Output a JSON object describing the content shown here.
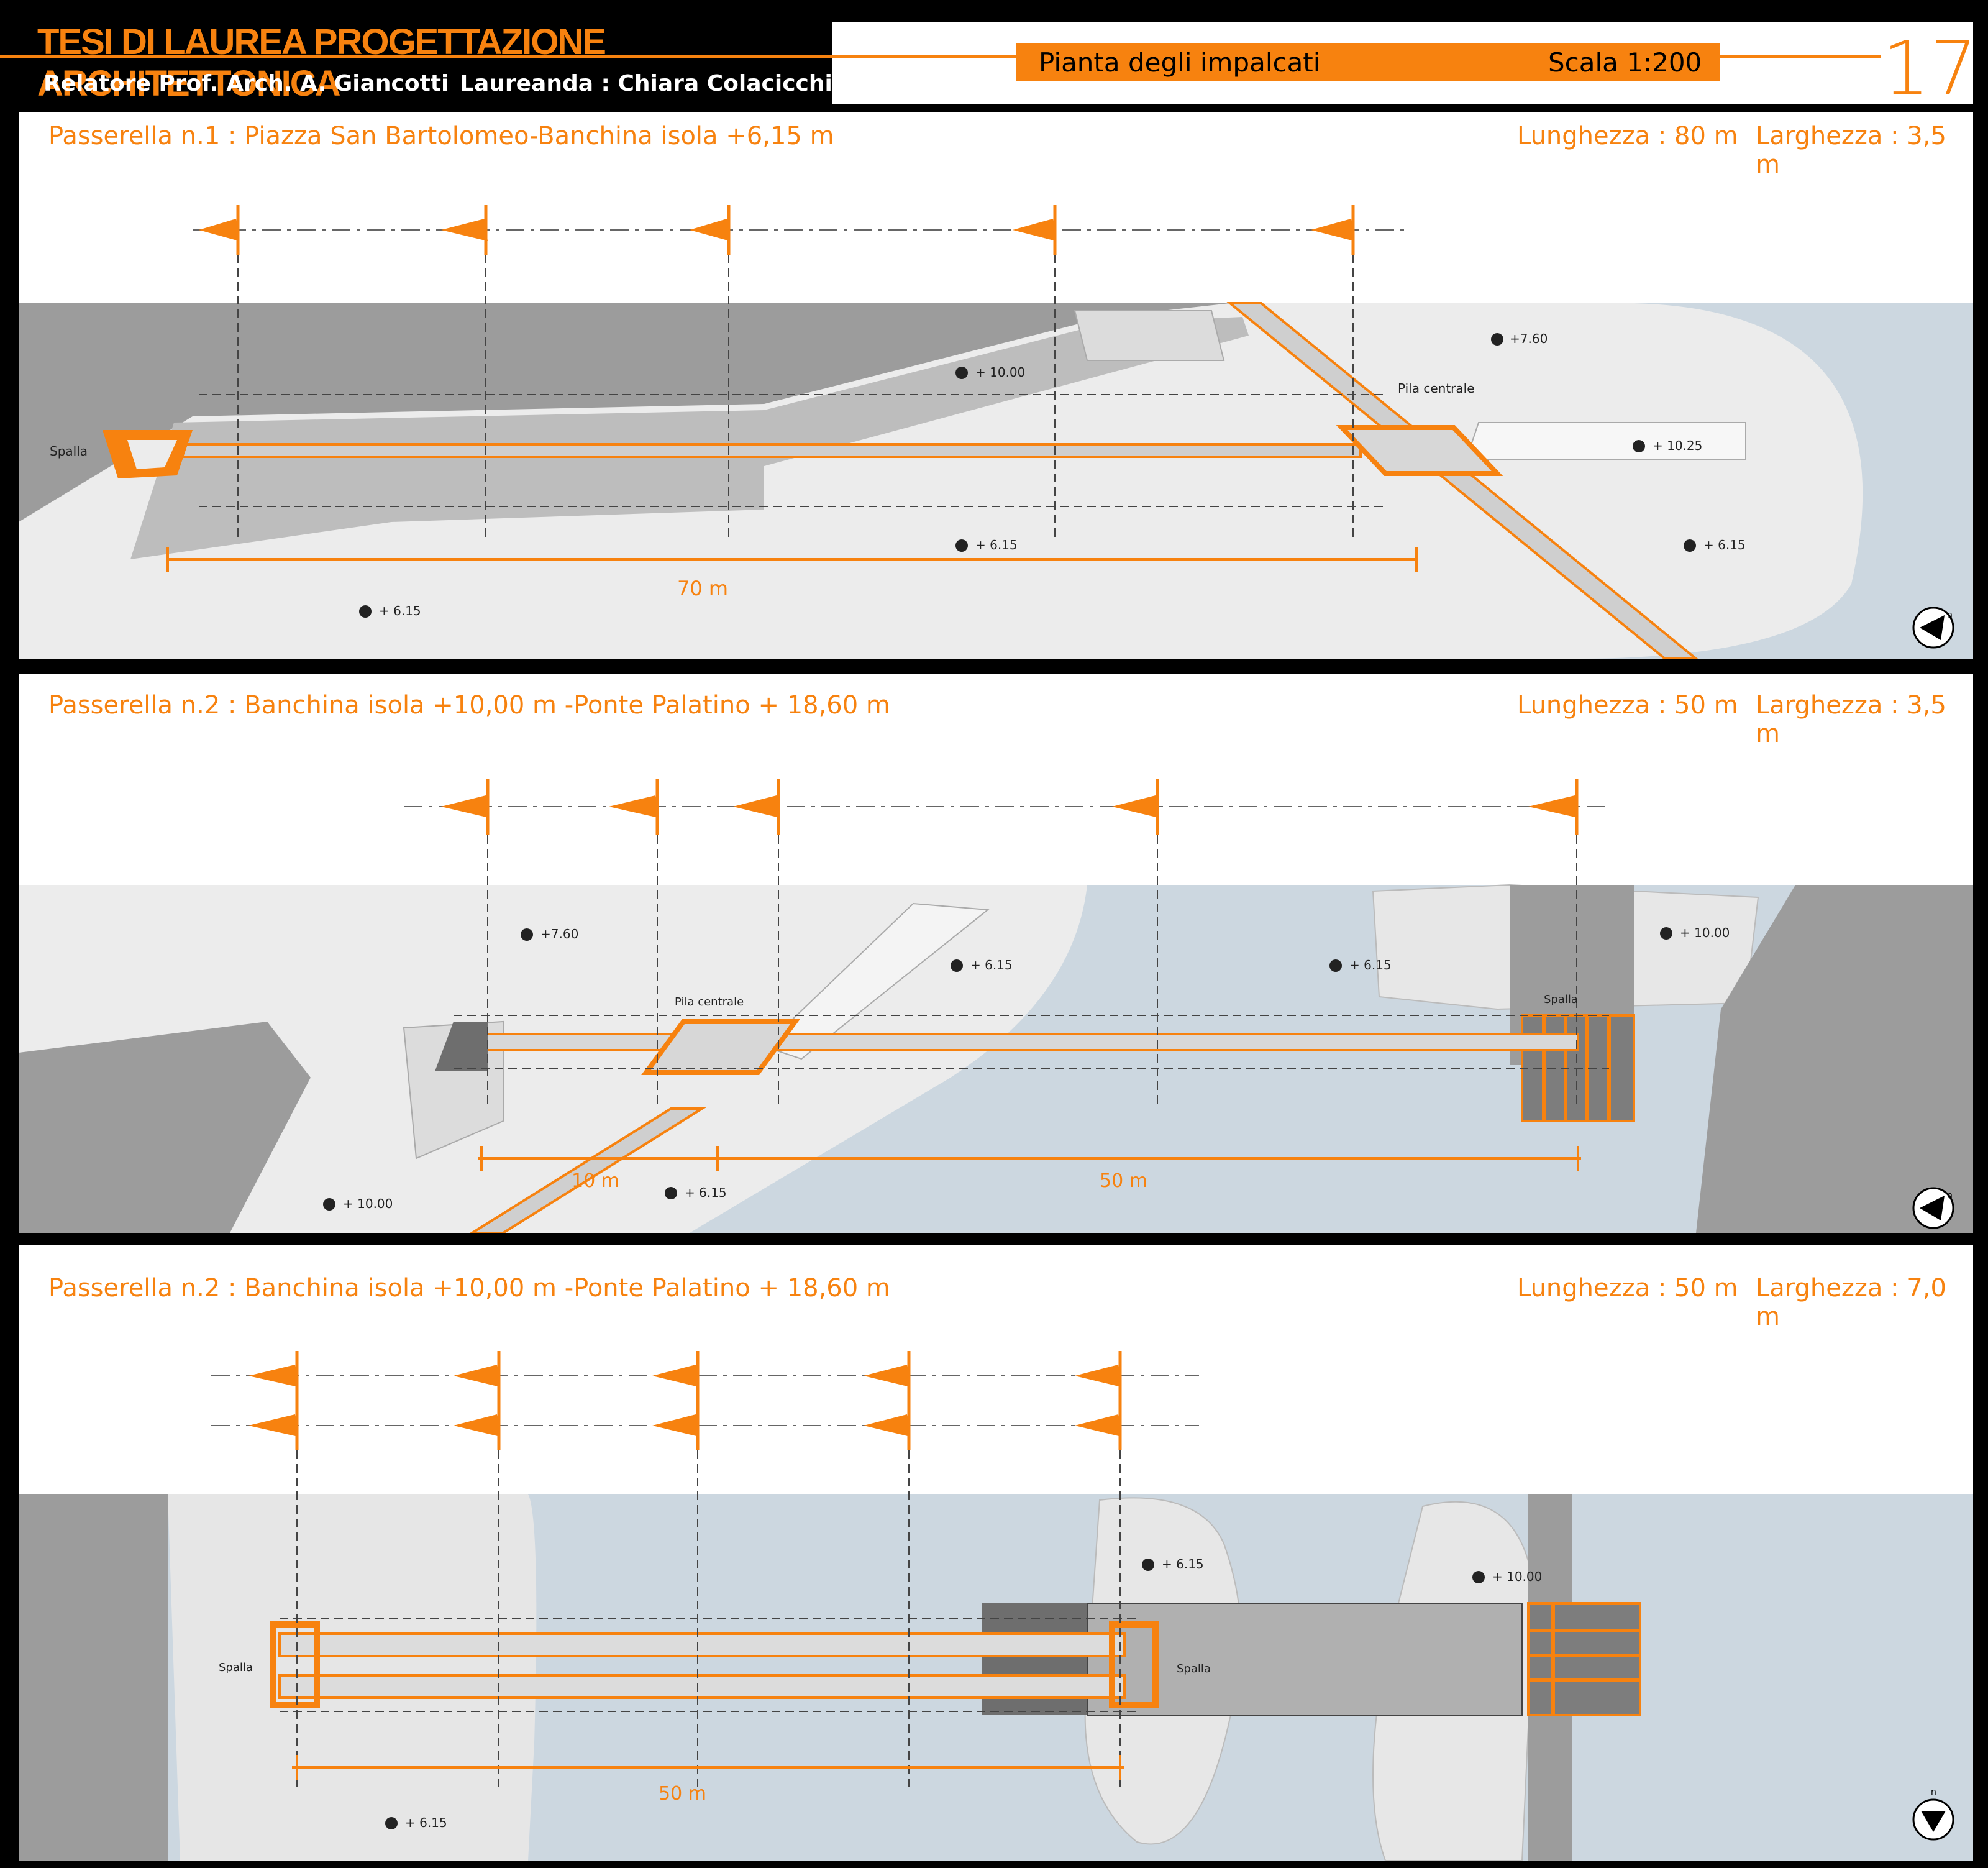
{
  "header": {
    "title": "TESI DI LAUREA   PROGETTAZIONE ARCHITETTONICA",
    "relatore": "Relatore Prof. Arch. A. Giancotti",
    "laureanda": "Laureanda : Chiara Colacicchi",
    "sheet_title": "Pianta degli impalcati",
    "scale": "Scala 1:200",
    "page_number": "17"
  },
  "colors": {
    "accent": "#f7820f",
    "water": "#ccd7e0",
    "land": "#9c9c9c",
    "paving": "#ececec"
  },
  "panels": [
    {
      "title": "Passerella n.1 : Piazza San Bartolomeo-Banchina  isola +6,15 m",
      "length": "Lunghezza : 80 m",
      "width": "Larghezza : 3,5 m",
      "labels": {
        "spalla": "Spalla",
        "pila": "Pila centrale",
        "dim": "70 m",
        "lv1": "+ 10.00",
        "lv2": "+7.60",
        "lv3": "+ 10.25",
        "lv4": "+ 6.15",
        "lv5": "+ 6.15",
        "lv6": "+ 6.15"
      }
    },
    {
      "title": "Passerella n.2 : Banchina isola +10,00 m -Ponte Palatino + 18,60 m",
      "length": "Lunghezza : 50 m",
      "width": "Larghezza : 3,5 m",
      "labels": {
        "spalla": "Spalla",
        "pila": "Pila centrale",
        "dim1": "10 m",
        "dim2": "50 m",
        "lv1": "+7.60",
        "lv2": "+ 6.15",
        "lv3": "+ 6.15",
        "lv4": "+ 10.00",
        "lv5": "+ 10.00",
        "lv6": "+ 6.15"
      }
    },
    {
      "title": "Passerella n.2 : Banchina isola +10,00 m -Ponte Palatino + 18,60 m",
      "length": "Lunghezza : 50 m",
      "width": "Larghezza : 7,0 m",
      "labels": {
        "spalla_l": "Spalla",
        "spalla_r": "Spalla",
        "dim": "50 m",
        "lv1": "+ 6.15",
        "lv2": "+ 10.00",
        "lv3": "+ 6.15"
      }
    }
  ],
  "north_label": "n"
}
